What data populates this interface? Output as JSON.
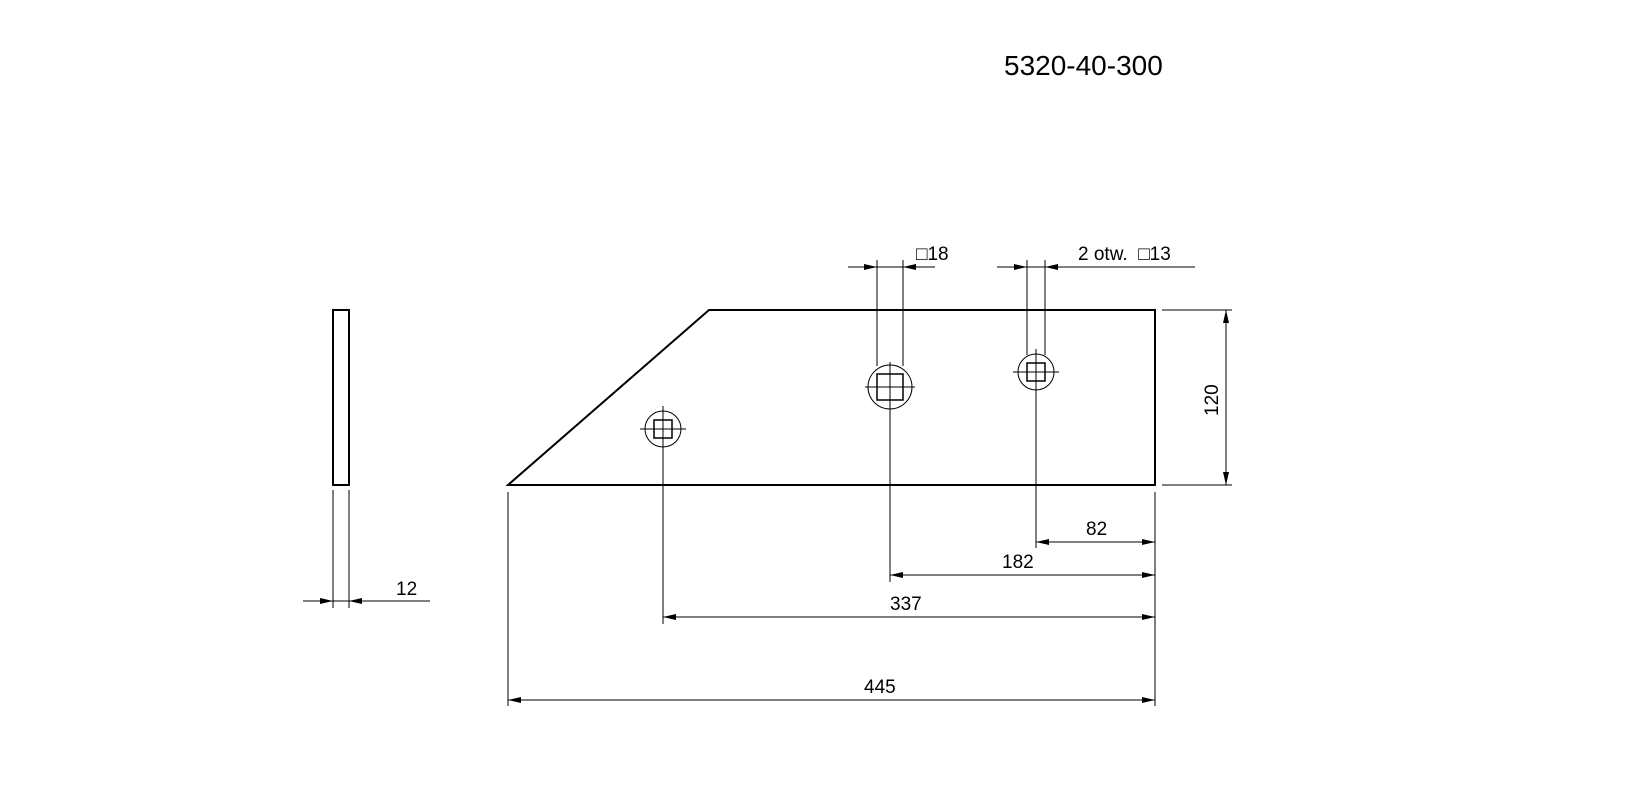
{
  "part_number": "5320-40-300",
  "dimensions": {
    "thickness": "12",
    "height": "120",
    "overall_length": "445",
    "hole1_from_end": "337",
    "hole2_from_end": "182",
    "hole3_from_end": "82"
  },
  "hole_callouts": {
    "large_hole": "□18",
    "small_holes": "2 otw.  □13"
  }
}
